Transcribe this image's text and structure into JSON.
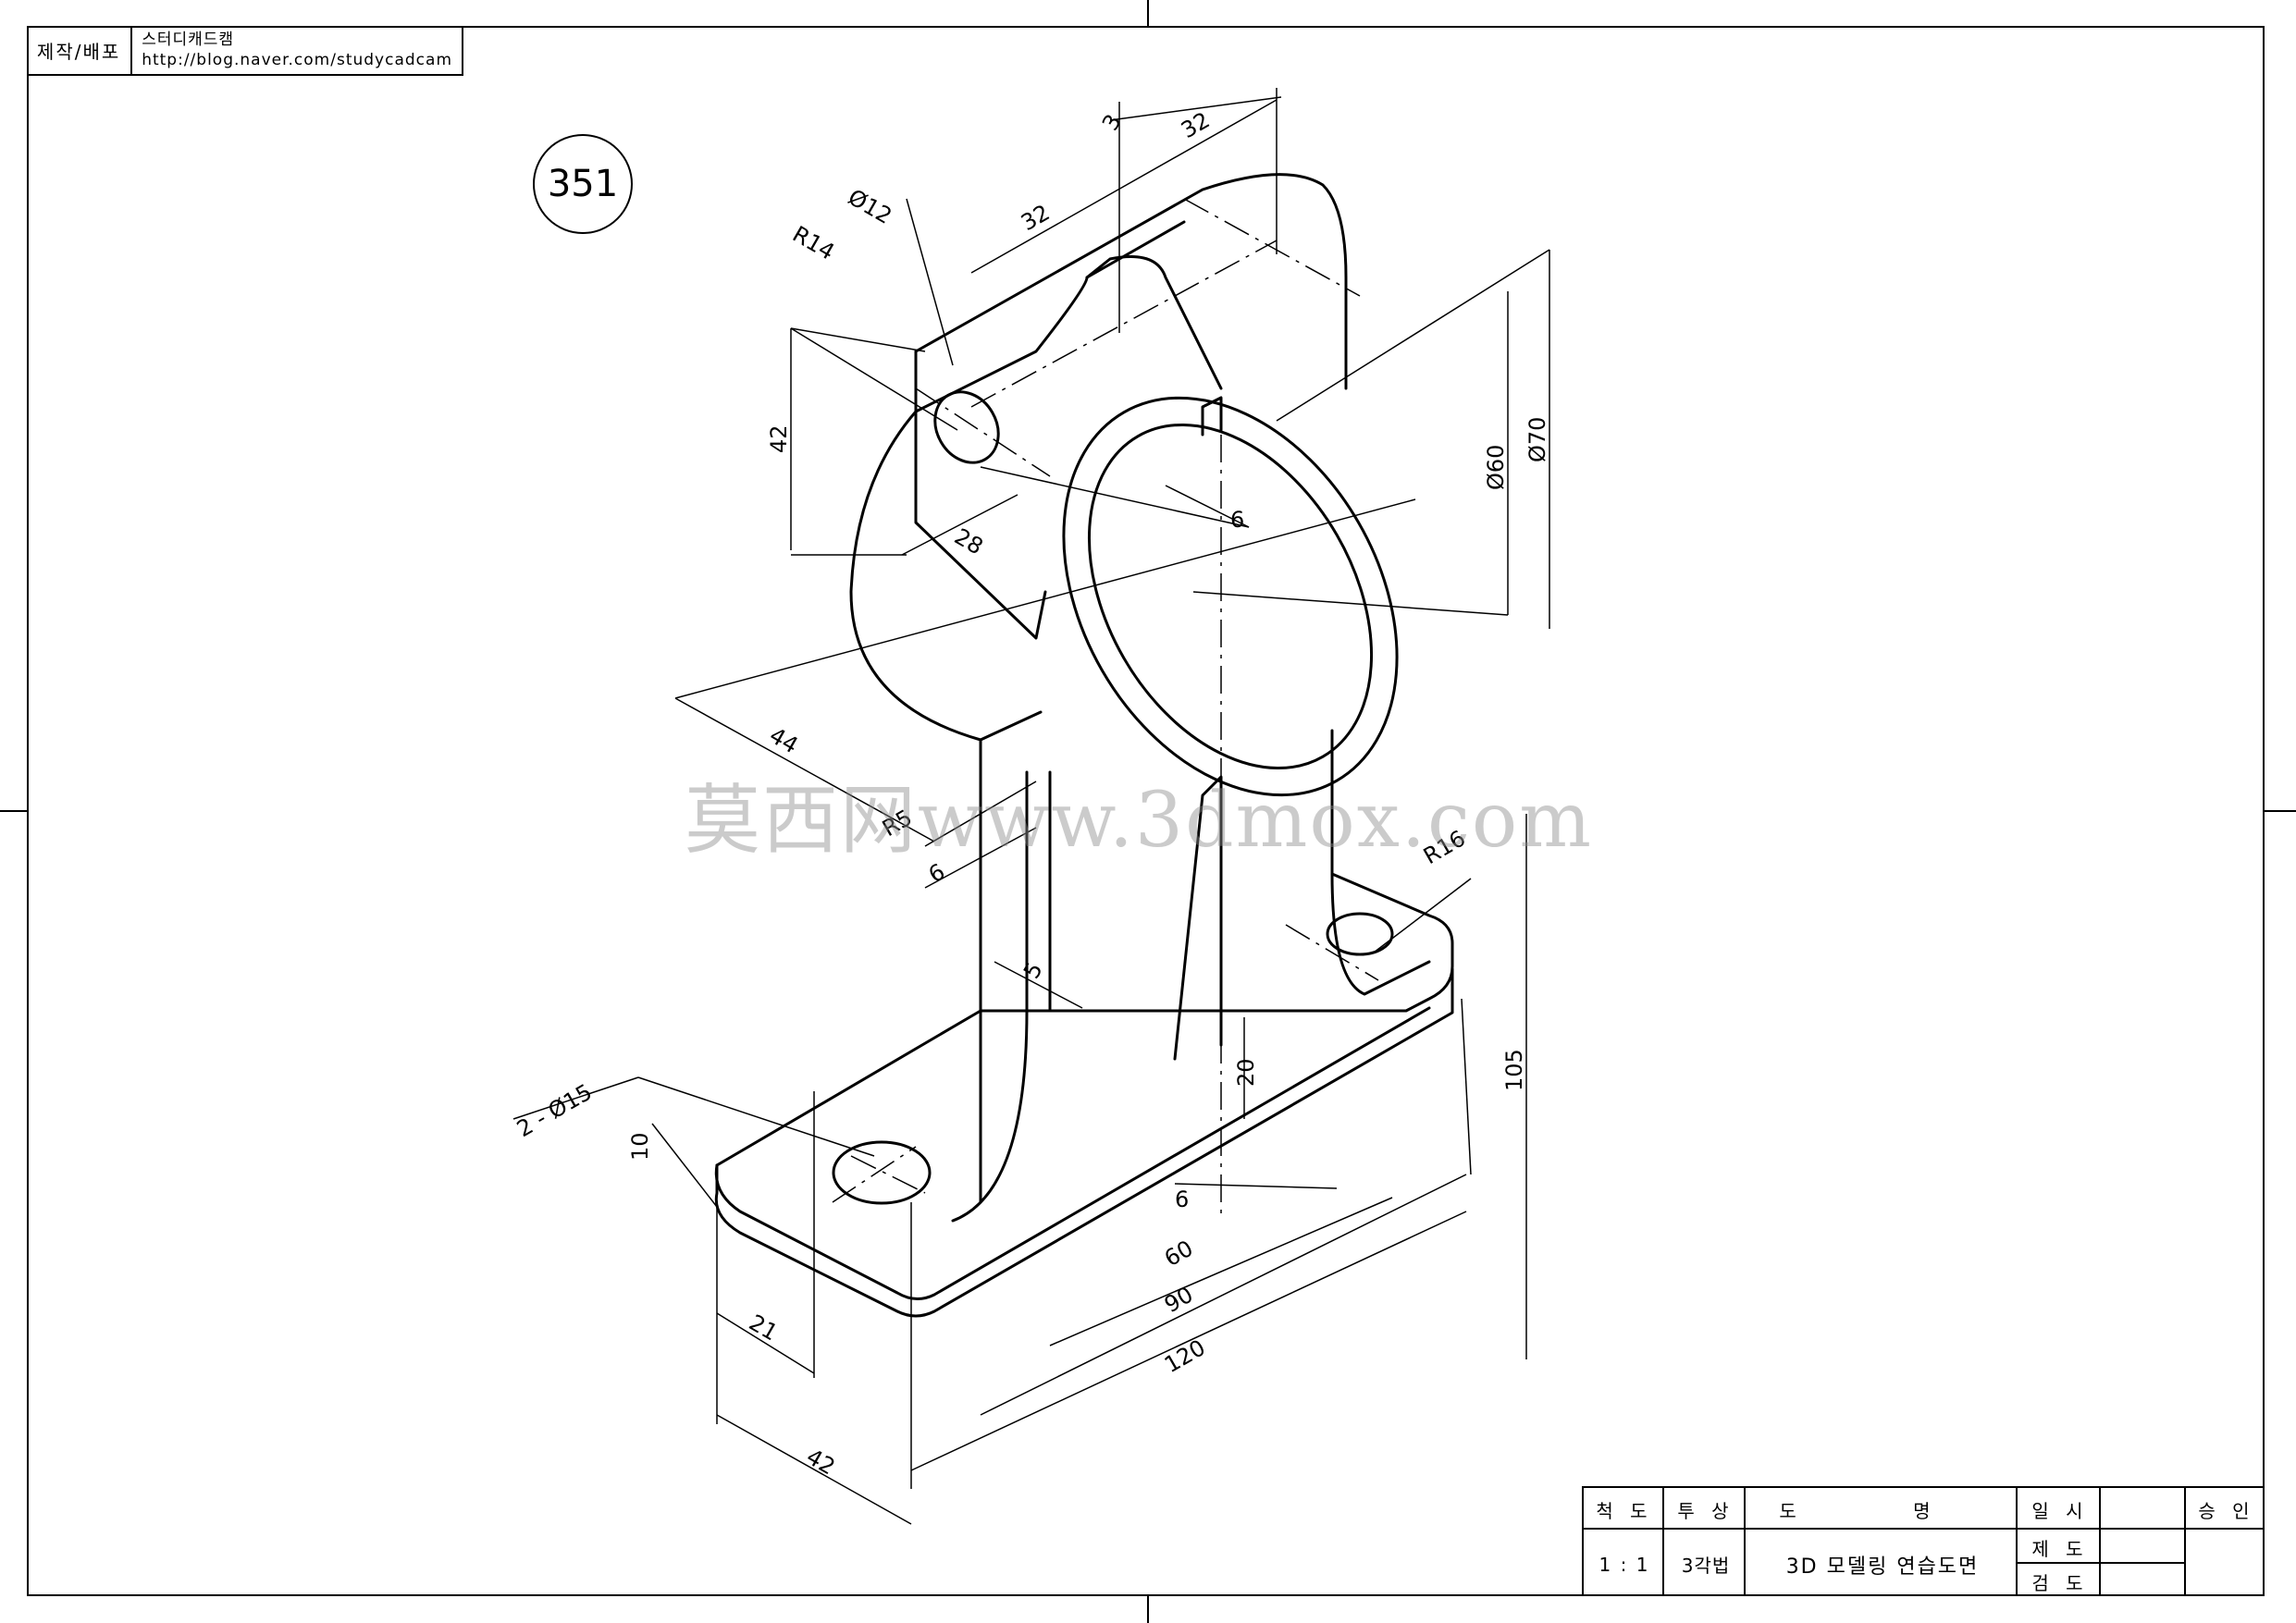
{
  "header": {
    "label": "제작/배포",
    "site_name": "스터디캐드캠",
    "url": "http://blog.naver.com/studycadcam"
  },
  "part_number": "351",
  "dimensions": {
    "d3": "3",
    "d32a": "32",
    "d32b": "32",
    "phi12": "Ø12",
    "r14": "R14",
    "d42": "42",
    "d28": "28",
    "phi60": "Ø60",
    "phi70": "Ø70",
    "d6a": "6",
    "d44": "44",
    "r5": "R5",
    "d6b": "6",
    "d5": "5",
    "r16": "R16",
    "two_phi15": "2 - Ø15",
    "d10": "10",
    "d20": "20",
    "d105": "105",
    "d6c": "6",
    "d60": "60",
    "d90": "90",
    "d120": "120",
    "d21": "21",
    "d42b": "42"
  },
  "watermark": "莫西网www.3dmox.com",
  "title_block": {
    "scale_h": "척 도",
    "proj_h": "투 상",
    "name_h": "도 명",
    "date_h": "일 시",
    "approve_h": "승 인",
    "scale": "1 : 1",
    "proj": "3각법",
    "name": "3D 모델링 연습도면",
    "draw": "제 도",
    "check": "검 도"
  }
}
